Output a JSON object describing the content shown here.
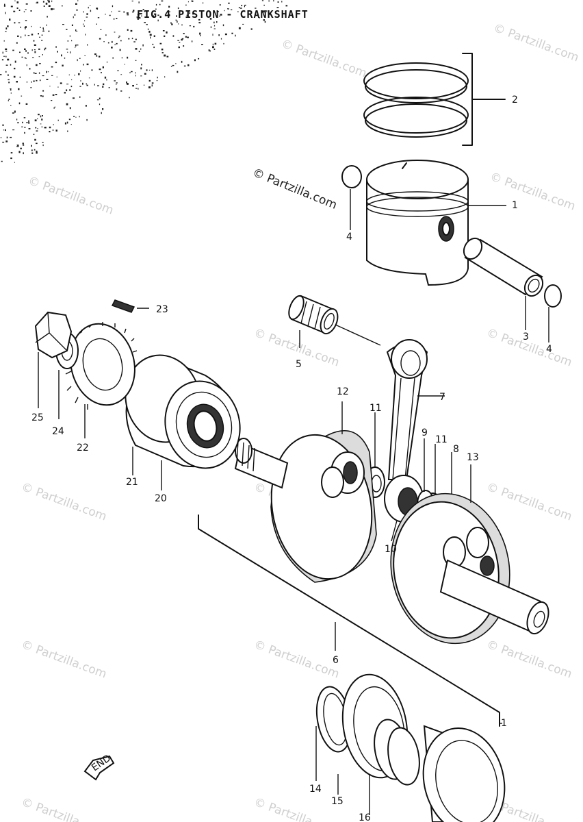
{
  "title": "FIG.4  PISTON - CRANKSHAFT",
  "watermark": {
    "main": "© Partzilla.com",
    "faint": "© Partzilla.com"
  },
  "end_mark": "END",
  "callouts": {
    "c1_piston": "1",
    "c2_rings": "2",
    "c3_pin": "3",
    "c4_clip_left": "4",
    "c4_clip_right": "4",
    "c5_bearing": "5",
    "c6_crankshaft": "6",
    "c7_rod": "7",
    "c8": "8",
    "c9": "9",
    "c10": "10",
    "c11_left": "11",
    "c11_right": "11",
    "c12": "12",
    "c13": "13",
    "c14": "14",
    "c15": "15",
    "c16": "16",
    "c20": "20",
    "c21": "21",
    "c22": "22",
    "c23": "23",
    "c24": "24",
    "c25": "25",
    "c1_bottom": "1"
  }
}
